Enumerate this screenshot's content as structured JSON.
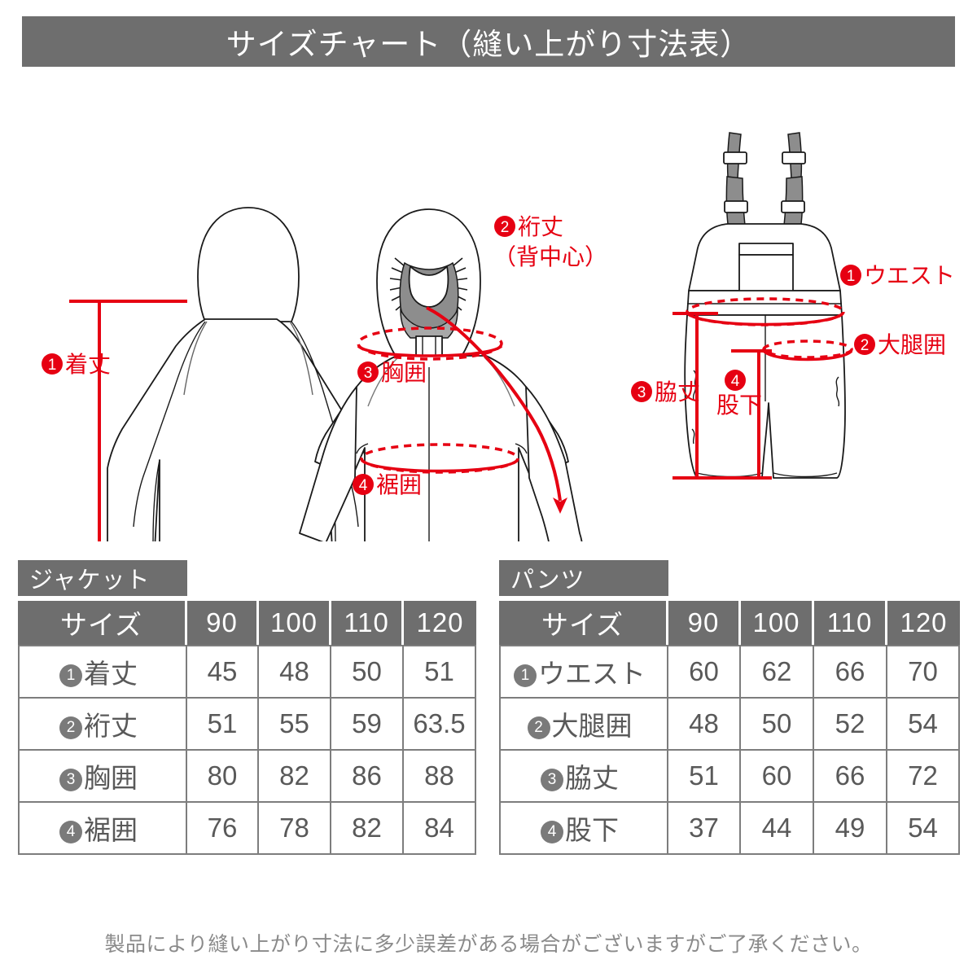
{
  "header": {
    "title": "サイズチャート（縫い上がり寸法表）"
  },
  "diagram": {
    "jacket": {
      "labels": {
        "length": {
          "num": "1",
          "text": "着丈"
        },
        "sleeve": {
          "num": "2",
          "text": "裄丈",
          "sub": "（背中心）"
        },
        "chest": {
          "num": "3",
          "text": "胸囲"
        },
        "hem": {
          "num": "4",
          "text": "裾囲"
        }
      }
    },
    "pants": {
      "labels": {
        "waist": {
          "num": "1",
          "text": "ウエスト"
        },
        "thigh": {
          "num": "2",
          "text": "大腿囲"
        },
        "outseam": {
          "num": "3",
          "text": "脇丈"
        },
        "inseam": {
          "num": "4",
          "text": "股下"
        }
      }
    }
  },
  "tables": {
    "jacket": {
      "category": "ジャケット",
      "size_header": "サイズ",
      "sizes": [
        "90",
        "100",
        "110",
        "120"
      ],
      "rows": [
        {
          "num": "1",
          "label": "着丈",
          "values": [
            "45",
            "48",
            "50",
            "51"
          ]
        },
        {
          "num": "2",
          "label": "裄丈",
          "values": [
            "51",
            "55",
            "59",
            "63.5"
          ]
        },
        {
          "num": "3",
          "label": "胸囲",
          "values": [
            "80",
            "82",
            "86",
            "88"
          ]
        },
        {
          "num": "4",
          "label": "裾囲",
          "values": [
            "76",
            "78",
            "82",
            "84"
          ]
        }
      ]
    },
    "pants": {
      "category": "パンツ",
      "size_header": "サイズ",
      "sizes": [
        "90",
        "100",
        "110",
        "120"
      ],
      "rows": [
        {
          "num": "1",
          "label": "ウエスト",
          "values": [
            "60",
            "62",
            "66",
            "70"
          ]
        },
        {
          "num": "2",
          "label": "大腿囲",
          "values": [
            "48",
            "50",
            "52",
            "54"
          ]
        },
        {
          "num": "3",
          "label": "脇丈",
          "values": [
            "51",
            "60",
            "66",
            "72"
          ]
        },
        {
          "num": "4",
          "label": "股下",
          "values": [
            "37",
            "44",
            "49",
            "54"
          ]
        }
      ]
    }
  },
  "footer": {
    "note": "製品により縫い上がり寸法に多少誤差がある場合がございますがご了承ください。"
  },
  "colors": {
    "header_gray": "#6e6e6e",
    "measure_red": "#e60012",
    "text_gray": "#595959",
    "garment_gray": "#8d8d8d"
  }
}
